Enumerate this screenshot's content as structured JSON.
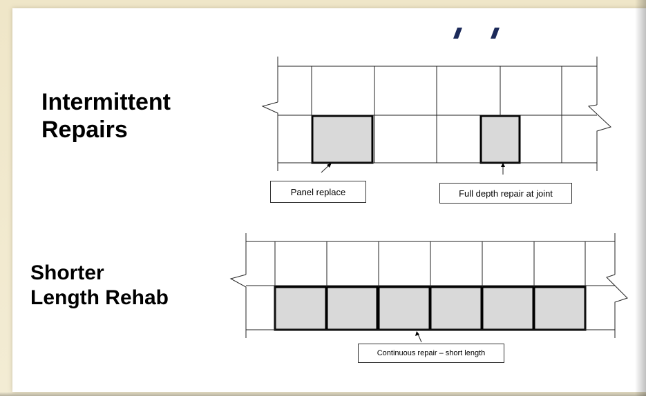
{
  "headings": {
    "intermittent_line1": "Intermittent",
    "intermittent_line2": "Repairs",
    "shorter_line1": "Shorter",
    "shorter_line2": "Length Rehab"
  },
  "callouts": {
    "panel_replace": "Panel replace",
    "full_depth_joint": "Full depth repair at joint",
    "continuous_repair": "Continuous repair – short length"
  },
  "colors": {
    "repair_fill": "#d9d9d9",
    "logo_mark": "#1c2a5a"
  }
}
